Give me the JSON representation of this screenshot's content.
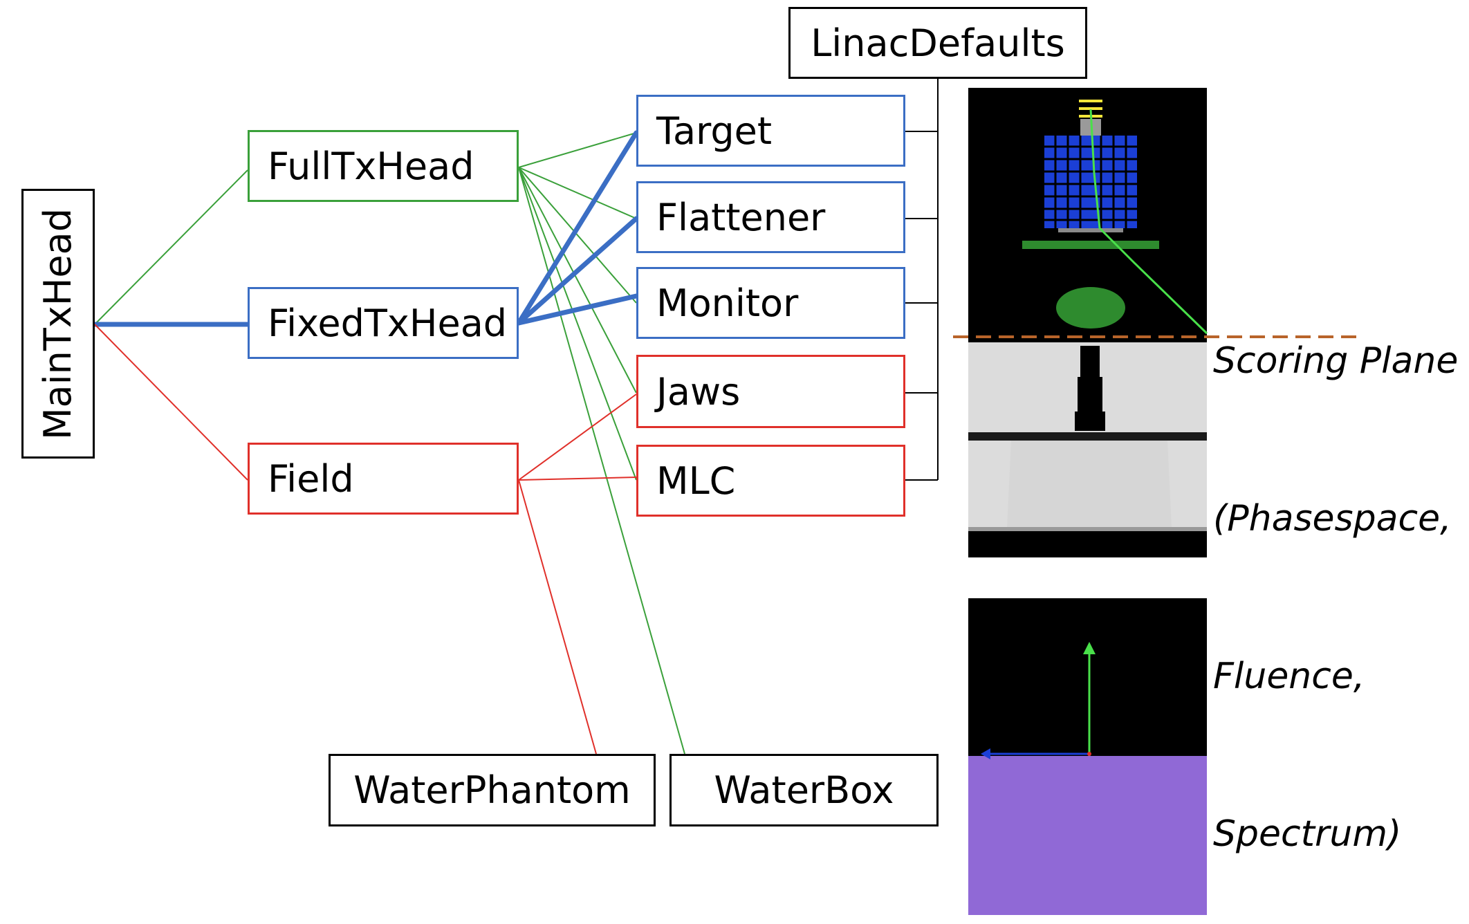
{
  "nodes": {
    "main_tx_head": "MainTxHead",
    "full_tx_head": "FullTxHead",
    "fixed_tx_head": "FixedTxHead",
    "field": "Field",
    "target": "Target",
    "flattener": "Flattener",
    "monitor": "Monitor",
    "jaws": "Jaws",
    "mlc": "MLC",
    "linac_defaults": "LinacDefaults",
    "water_phantom": "WaterPhantom",
    "water_box": "WaterBox"
  },
  "annotation": {
    "scoring_plane": [
      "Scoring Plane",
      "(Phasespace,",
      "Fluence,",
      "Spectrum)"
    ]
  },
  "colors": {
    "green_link": "#3aa03a",
    "blue_link": "#3b6ec4",
    "red_link": "#e0302a",
    "scoring_plane_line": "#b8642a",
    "water_box_fill": "#9069d6"
  }
}
